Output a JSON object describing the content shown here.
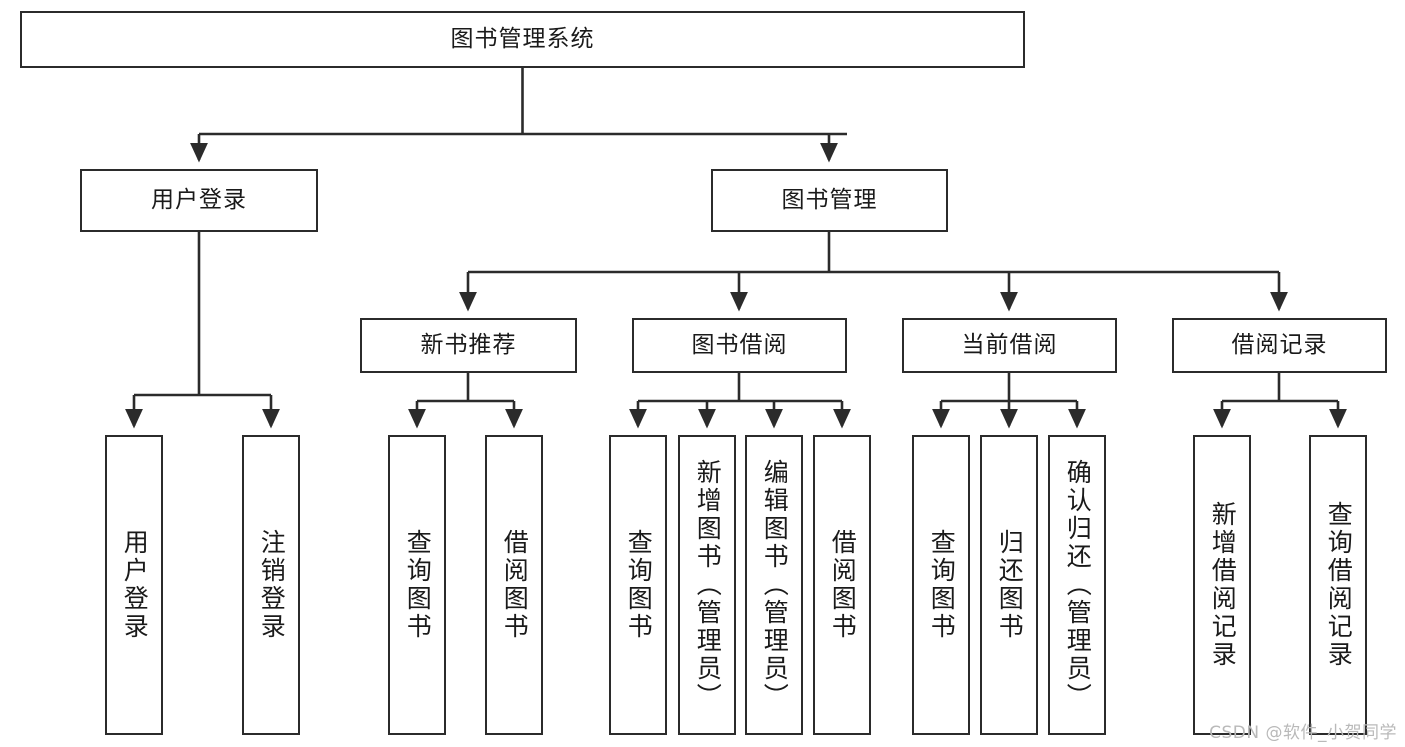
{
  "diagram": {
    "type": "tree-hierarchy",
    "title": "图书管理系统",
    "root": {
      "id": "root",
      "label": "图书管理系统"
    },
    "level2": [
      {
        "id": "user-login",
        "label": "用户登录"
      },
      {
        "id": "book-manage",
        "label": "图书管理"
      }
    ],
    "level3": [
      {
        "id": "new-book-rec",
        "label": "新书推荐",
        "parent": "book-manage"
      },
      {
        "id": "book-borrow",
        "label": "图书借阅",
        "parent": "book-manage"
      },
      {
        "id": "current-borrow",
        "label": "当前借阅",
        "parent": "book-manage"
      },
      {
        "id": "borrow-record",
        "label": "借阅记录",
        "parent": "book-manage"
      }
    ],
    "leaves": [
      {
        "id": "leaf-user-login",
        "label": "用户登录",
        "parent": "user-login"
      },
      {
        "id": "leaf-user-logout",
        "label": "注销登录",
        "parent": "user-login"
      },
      {
        "id": "leaf-query-book-1",
        "label": "查询图书",
        "parent": "new-book-rec"
      },
      {
        "id": "leaf-borrow-book-1",
        "label": "借阅图书",
        "parent": "new-book-rec"
      },
      {
        "id": "leaf-query-book-2",
        "label": "查询图书",
        "parent": "book-borrow"
      },
      {
        "id": "leaf-add-book",
        "label": "新增图书（管理员）",
        "parent": "book-borrow"
      },
      {
        "id": "leaf-edit-book",
        "label": "编辑图书（管理员）",
        "parent": "book-borrow"
      },
      {
        "id": "leaf-borrow-book-2",
        "label": "借阅图书",
        "parent": "book-borrow"
      },
      {
        "id": "leaf-query-book-3",
        "label": "查询图书",
        "parent": "current-borrow"
      },
      {
        "id": "leaf-return-book",
        "label": "归还图书",
        "parent": "current-borrow"
      },
      {
        "id": "leaf-confirm-return",
        "label": "确认归还（管理员）",
        "parent": "current-borrow"
      },
      {
        "id": "leaf-add-record",
        "label": "新增借阅记录",
        "parent": "borrow-record"
      },
      {
        "id": "leaf-query-record",
        "label": "查询借阅记录",
        "parent": "borrow-record"
      }
    ]
  },
  "watermark": {
    "text": "CSDN @软件_小贺同学"
  },
  "colors": {
    "stroke": "#2b2b2b",
    "fill": "#ffffff",
    "text": "#1a1a1a",
    "watermark": "#b9b9b9"
  }
}
